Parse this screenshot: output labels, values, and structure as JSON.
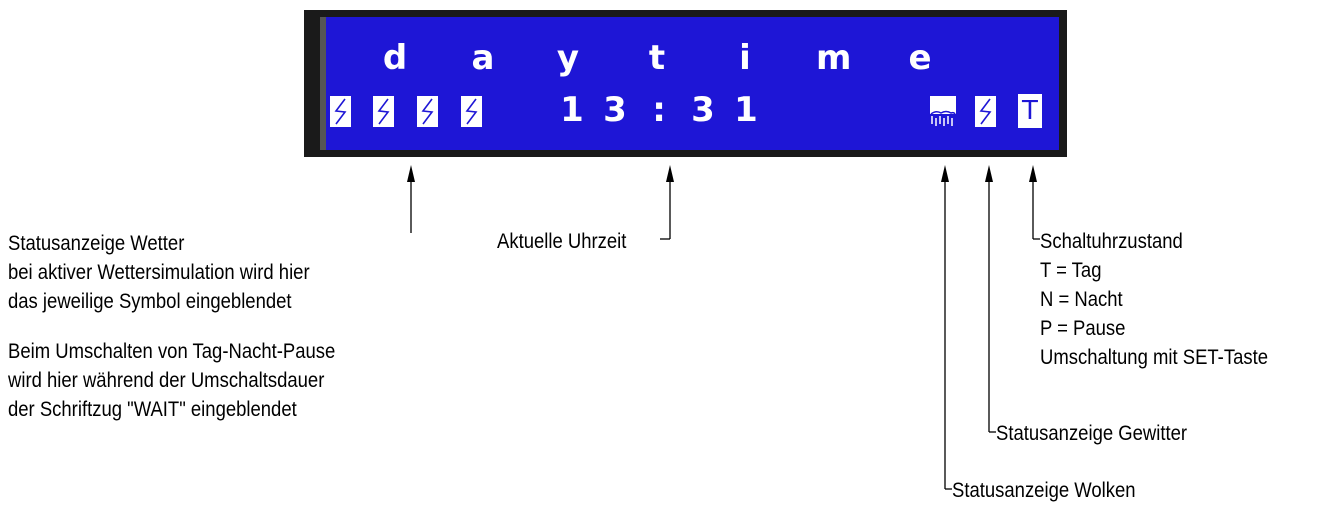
{
  "display": {
    "title_chars": [
      "d",
      "a",
      "y",
      "t",
      "i",
      "m",
      "e"
    ],
    "time_chars": [
      "1",
      "3",
      ":",
      "3",
      "1"
    ],
    "weather_icons": [
      "lightning-icon",
      "lightning-icon",
      "lightning-icon",
      "lightning-icon"
    ],
    "cloud_icon": "cloud-icon",
    "storm_icon": "lightning-icon",
    "timer_state": "T",
    "colors": {
      "screen": "#1e16d6",
      "frame": "#1a1a1a",
      "glyph": "#ffffff"
    }
  },
  "annotations": {
    "weather": [
      "Statusanzeige Wetter",
      "bei aktiver Wettersimulation wird hier",
      "das jeweilige Symbol eingeblendet",
      "",
      "Beim Umschalten von Tag-Nacht-Pause",
      "wird hier während der Umschaltsdauer",
      "der Schriftzug \"WAIT\" eingeblendet"
    ],
    "time": "Aktuelle Uhrzeit",
    "timer": [
      "Schaltuhrzustand",
      "T = Tag",
      "N = Nacht",
      "P = Pause",
      "Umschaltung mit SET-Taste"
    ],
    "storm": "Statusanzeige Gewitter",
    "clouds": "Statusanzeige Wolken"
  }
}
